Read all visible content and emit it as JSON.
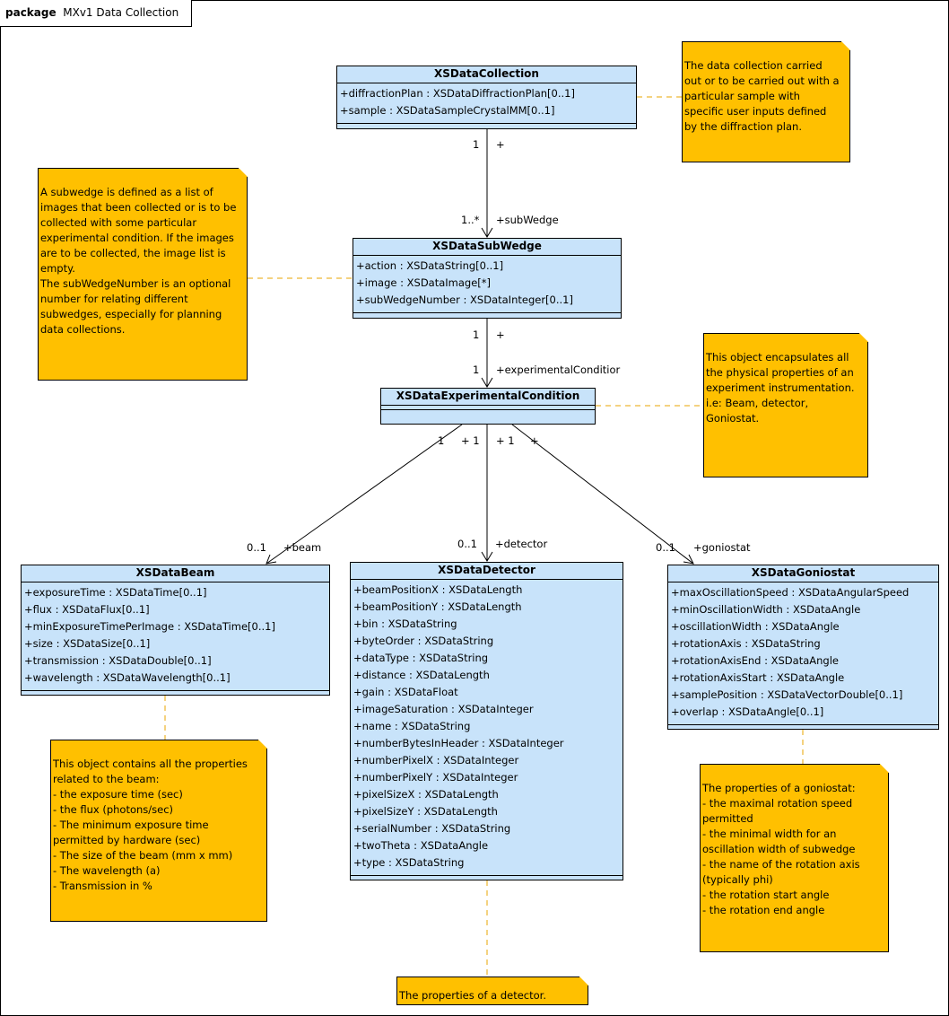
{
  "package": {
    "keyword": "package",
    "name": "MXv1 Data Collection"
  },
  "classes": {
    "collection": {
      "name": "XSDataCollection",
      "attributes": [
        "+diffractionPlan  : XSDataDiffractionPlan[0..1]",
        "+sample  : XSDataSampleCrystalMM[0..1]"
      ]
    },
    "subwedge": {
      "name": "XSDataSubWedge",
      "attributes": [
        "+action  : XSDataString[0..1]",
        "+image  : XSDataImage[*]",
        "+subWedgeNumber  : XSDataInteger[0..1]"
      ]
    },
    "experimental": {
      "name": "XSDataExperimentalCondition",
      "attributes": []
    },
    "beam": {
      "name": "XSDataBeam",
      "attributes": [
        "+exposureTime  : XSDataTime[0..1]",
        "+flux  : XSDataFlux[0..1]",
        "+minExposureTimePerImage   : XSDataTime[0..1]",
        "+size  : XSDataSize[0..1]",
        "+transmission  : XSDataDouble[0..1]",
        "+wavelength  : XSDataWavelength[0..1]"
      ]
    },
    "detector": {
      "name": "XSDataDetector",
      "attributes": [
        "+beamPositionX   : XSDataLength",
        "+beamPositionY   : XSDataLength",
        "+bin  : XSDataString",
        "+byteOrder  : XSDataString",
        "+dataType  : XSDataString",
        "+distance  : XSDataLength",
        "+gain  : XSDataFloat",
        "+imageSaturation   : XSDataInteger",
        "+name  : XSDataString",
        "+numberBytesInHeader   : XSDataInteger",
        "+numberPixelX   : XSDataInteger",
        "+numberPixelY   : XSDataInteger",
        "+pixelSizeX   : XSDataLength",
        "+pixelSizeY   : XSDataLength",
        "+serialNumber  : XSDataString",
        "+twoTheta  : XSDataAngle",
        "+type  : XSDataString"
      ]
    },
    "goniostat": {
      "name": "XSDataGoniostat",
      "attributes": [
        "+maxOscillationSpeed   : XSDataAngularSpeed",
        "+minOscillationWidth   : XSDataAngle",
        "+oscillationWidth   : XSDataAngle",
        "+rotationAxis  : XSDataString",
        "+rotationAxisEnd   : XSDataAngle",
        "+rotationAxisStart   : XSDataAngle",
        "+samplePosition   : XSDataVectorDouble[0..1]",
        "+overlap  : XSDataAngle[0..1]"
      ]
    }
  },
  "notes": {
    "collection": [
      "The data collection carried",
      "out or to be carried out with a",
      "particular sample with",
      "specific user inputs defined",
      "by the diffraction plan."
    ],
    "subwedge": [
      "A subwedge is defined as a list of",
      "images that been collected or is to be",
      "collected with some particular",
      "experimental condition. If the images",
      "are to be collected, the image list is",
      "empty.",
      "The subWedgeNumber is an optional",
      "number for relating different",
      "subwedges, especially for planning",
      "data collections."
    ],
    "experimental": [
      "This object encapsulates all",
      "the physical properties of an",
      "experiment instrumentation.",
      "i.e: Beam, detector,",
      "Goniostat."
    ],
    "beam": [
      "This object contains all the properties",
      "related to the beam:",
      "- the exposure time (sec)",
      "- the flux (photons/sec)",
      "- The minimum exposure time",
      "permitted by hardware (sec)",
      "- The size of the beam (mm x mm)",
      "- The wavelength (a)",
      "- Transmission in %"
    ],
    "goniostat": [
      "The properties of a goniostat:",
      "- the maximal rotation speed",
      "permitted",
      "- the minimal width for an",
      "oscillation width of subwedge",
      "- the name of the rotation axis",
      "(typically phi)",
      "- the rotation start angle",
      "- the rotation end angle"
    ],
    "detector": [
      "The properties of a detector."
    ]
  },
  "labels": {
    "c_s_src_mult": "1",
    "c_s_src_plus": "+",
    "c_s_tgt_mult": "1..*",
    "c_s_tgt_role": "+subWedge",
    "s_e_src_mult": "1",
    "s_e_src_plus": "+",
    "s_e_tgt_mult": "1",
    "s_e_tgt_role": "+experimentalConditior",
    "e_b_src_mult": "1",
    "e_d_src": "+ 1",
    "e_g_src": "+ 1",
    "e_g_plus": "+",
    "e_b_tgt_mult": "0..1",
    "e_b_tgt_role": "+beam",
    "e_d_tgt_mult": "0..1",
    "e_d_tgt_role": "+detector",
    "e_g_tgt_mult": "0..1",
    "e_g_tgt_role": "+goniostat"
  }
}
